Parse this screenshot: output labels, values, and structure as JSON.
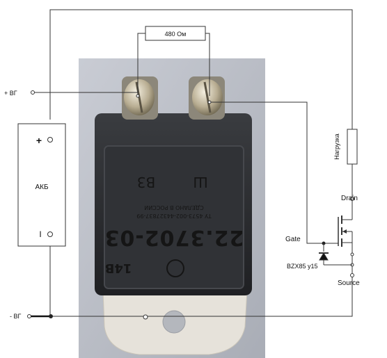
{
  "labels": {
    "resistor": "480 Ом",
    "vg_plus": "+ ВГ",
    "vg_minus": "- ВГ",
    "battery": "АКБ",
    "battery_plus": "+",
    "battery_minus": "I",
    "load": "Нагрузка",
    "drain": "Drain",
    "gate": "Gate",
    "source": "Source",
    "zener": "BZX85 у15"
  },
  "device": {
    "part_number": "22.3702-03",
    "voltage": "14В",
    "terminal_b3": "В3",
    "terminal_sh": "Ш",
    "made_in": "СДЕЛАНО В РОССИИ",
    "spec": "ТУ 4573-002-44327837-99"
  },
  "colors": {
    "wire": "#333333",
    "photo_bg": "#bcbfc7",
    "module_body": "#2b2d30",
    "heatsink": "#e4e0d8"
  }
}
